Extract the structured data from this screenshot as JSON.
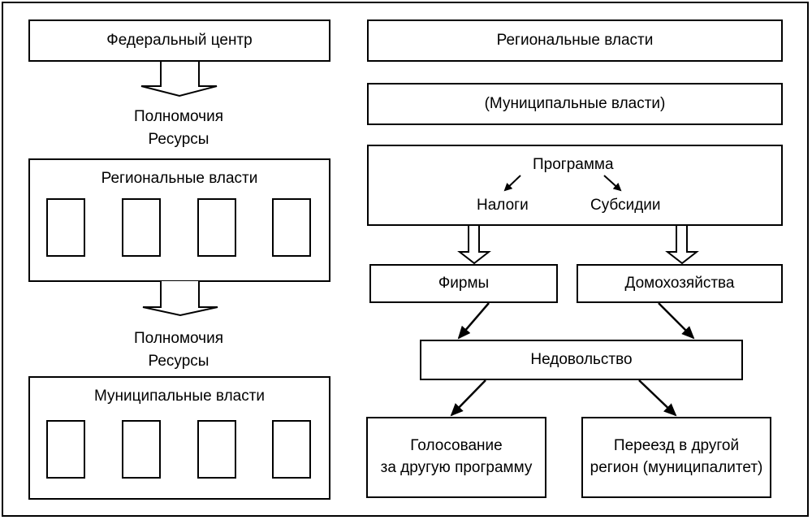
{
  "left": {
    "federal": "Федеральный центр",
    "transfer1": [
      "Полномочия",
      "Ресурсы"
    ],
    "regional": "Региональные власти",
    "transfer2": [
      "Полномочия",
      "Ресурсы"
    ],
    "municipal": "Муниципальные власти",
    "sub_units_count": 4
  },
  "right": {
    "regional": "Региональные власти",
    "municipal": "(Муниципальные власти)",
    "program": {
      "title": "Программа",
      "taxes": "Налоги",
      "subsidies": "Субсидии"
    },
    "firms": "Фирмы",
    "households": "Домохозяйства",
    "dissatisfaction": "Недовольство",
    "outcome_vote": [
      "Голосование",
      "за другую программу"
    ],
    "outcome_move": [
      "Переезд в другой",
      "регион (муниципалитет)"
    ]
  }
}
